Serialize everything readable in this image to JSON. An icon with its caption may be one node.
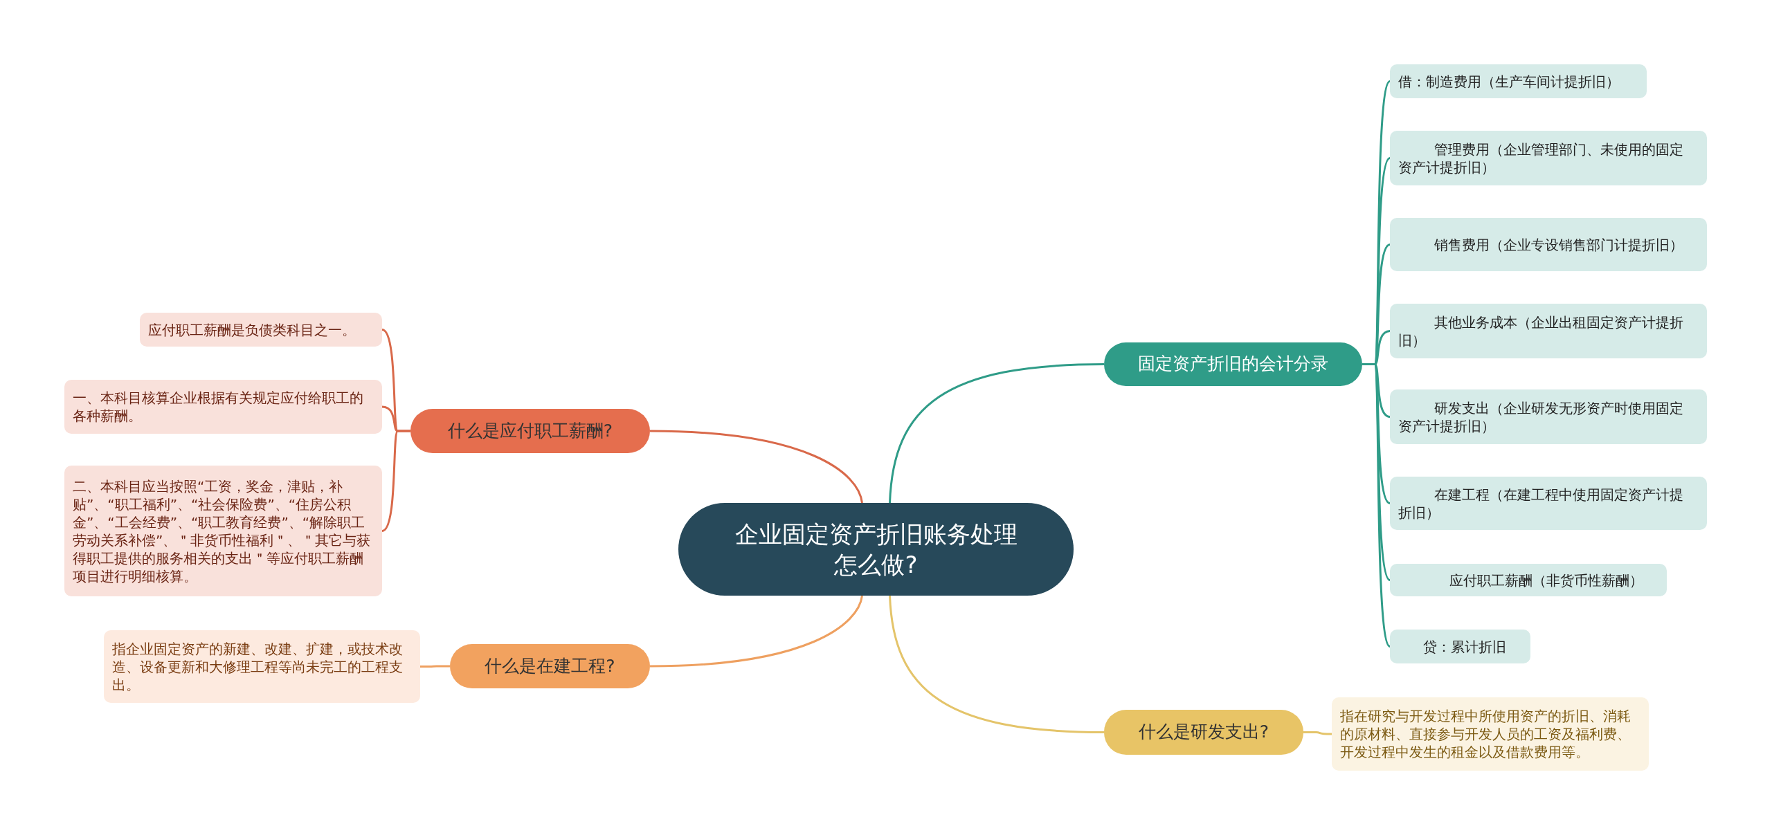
{
  "diagram": {
    "nodes": [
      {
        "text": [
          "企业固定资产折旧账务处理怎么做?"
        ]
      },
      {
        "text": [
          "固定资产折旧的会计分录"
        ]
      },
      {
        "text": [
          "借：制造费用（生产车间计提折旧）"
        ]
      },
      {
        "text": [
          "管理费用（企业管理部门、未使用的固定资产计提折旧）"
        ]
      },
      {
        "text": [
          "销售费用（企业专设销售部门计提折旧）"
        ]
      },
      {
        "text": [
          "其他业务成本（企业出租固定资产计提折旧）"
        ]
      },
      {
        "text": [
          "研发支出（企业研发无形资产时使用固定资产计提折旧）"
        ]
      },
      {
        "text": [
          "在建工程（在建工程中使用固定资产计提折旧）"
        ]
      },
      {
        "text": [
          "应付职工薪酬（非货币性薪酬）"
        ]
      },
      {
        "text": [
          "贷：累计折旧"
        ]
      },
      {
        "text": [
          "什么是应付职工薪酬?"
        ]
      },
      {
        "text": [
          "应付职工薪酬是负债类科目之一。"
        ]
      },
      {
        "text": [
          "一、本科目核算企业根据有关规定应付给职工的各种薪酬。"
        ]
      },
      {
        "text": [
          "二、本科目应当按照“工资，奖金，津贴，补贴”、“职工福利”、“社会保险费”、“住房公积金”、“工会经费”、“职工教育经费”、“解除职工劳动关系补偿”、＂非货币性福利＂、＂其它与获得职工提供的服务相关的支出＂等应付职工薪酬项目进行明细核算。"
        ]
      },
      {
        "text": [
          "什么是在建工程?"
        ]
      },
      {
        "text": [
          "指企业固定资产的新建、改建、扩建，或技术改造、设备更新和大修理工程等尚未完工的工程支出。"
        ]
      },
      {
        "text": [
          "什么是研发支出?"
        ]
      },
      {
        "text": [
          "指在研究与开发过程中所使用资产的折旧、消耗的原材料、直接参与开发人员的工资及福利费、开发过程中发生的租金以及借款费用等。"
        ]
      }
    ],
    "edges": [
      {
        "from": 0,
        "to": 1,
        "arrow": "none"
      },
      {
        "from": 1,
        "to": 2,
        "arrow": "none"
      },
      {
        "from": 1,
        "to": 3,
        "arrow": "none"
      },
      {
        "from": 1,
        "to": 4,
        "arrow": "none"
      },
      {
        "from": 1,
        "to": 5,
        "arrow": "none"
      },
      {
        "from": 1,
        "to": 6,
        "arrow": "none"
      },
      {
        "from": 1,
        "to": 7,
        "arrow": "none"
      },
      {
        "from": 1,
        "to": 8,
        "arrow": "none"
      },
      {
        "from": 1,
        "to": 9,
        "arrow": "none"
      },
      {
        "from": 0,
        "to": 10,
        "arrow": "none",
        "color": "#d9694a"
      },
      {
        "from": 10,
        "to": 11,
        "arrow": "none",
        "color": "#d9694a"
      },
      {
        "from": 10,
        "to": 12,
        "arrow": "none",
        "color": "#d9694a"
      },
      {
        "from": 10,
        "to": 13,
        "arrow": "none",
        "color": "#d9694a"
      },
      {
        "from": 0,
        "to": 14,
        "arrow": "none",
        "color": "#eea060"
      },
      {
        "from": 14,
        "to": 15,
        "arrow": "none",
        "color": "#eea060"
      },
      {
        "from": 0,
        "to": 16,
        "arrow": "none",
        "color": "#e4c46a"
      },
      {
        "from": 16,
        "to": 17,
        "arrow": "none",
        "color": "#e4c46a"
      }
    ]
  }
}
